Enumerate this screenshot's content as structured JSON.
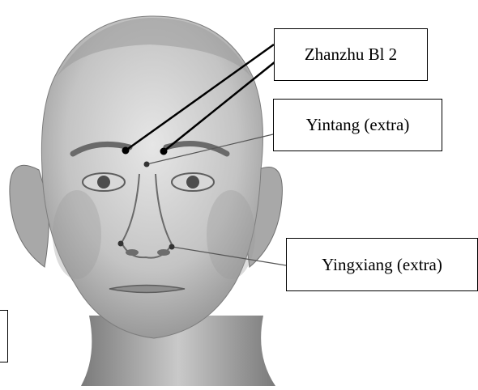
{
  "labels": {
    "zhanzhu": "Zhanzhu Bl 2",
    "yintang": "Yintang (extra)",
    "yingxiang": "Yingxiang (extra)"
  },
  "colors": {
    "background": "#ffffff",
    "skin": "#b9b9b9",
    "line": "#000000",
    "point": "#1a1a1a"
  },
  "icons": {
    "face": "face-illustration-icon"
  }
}
